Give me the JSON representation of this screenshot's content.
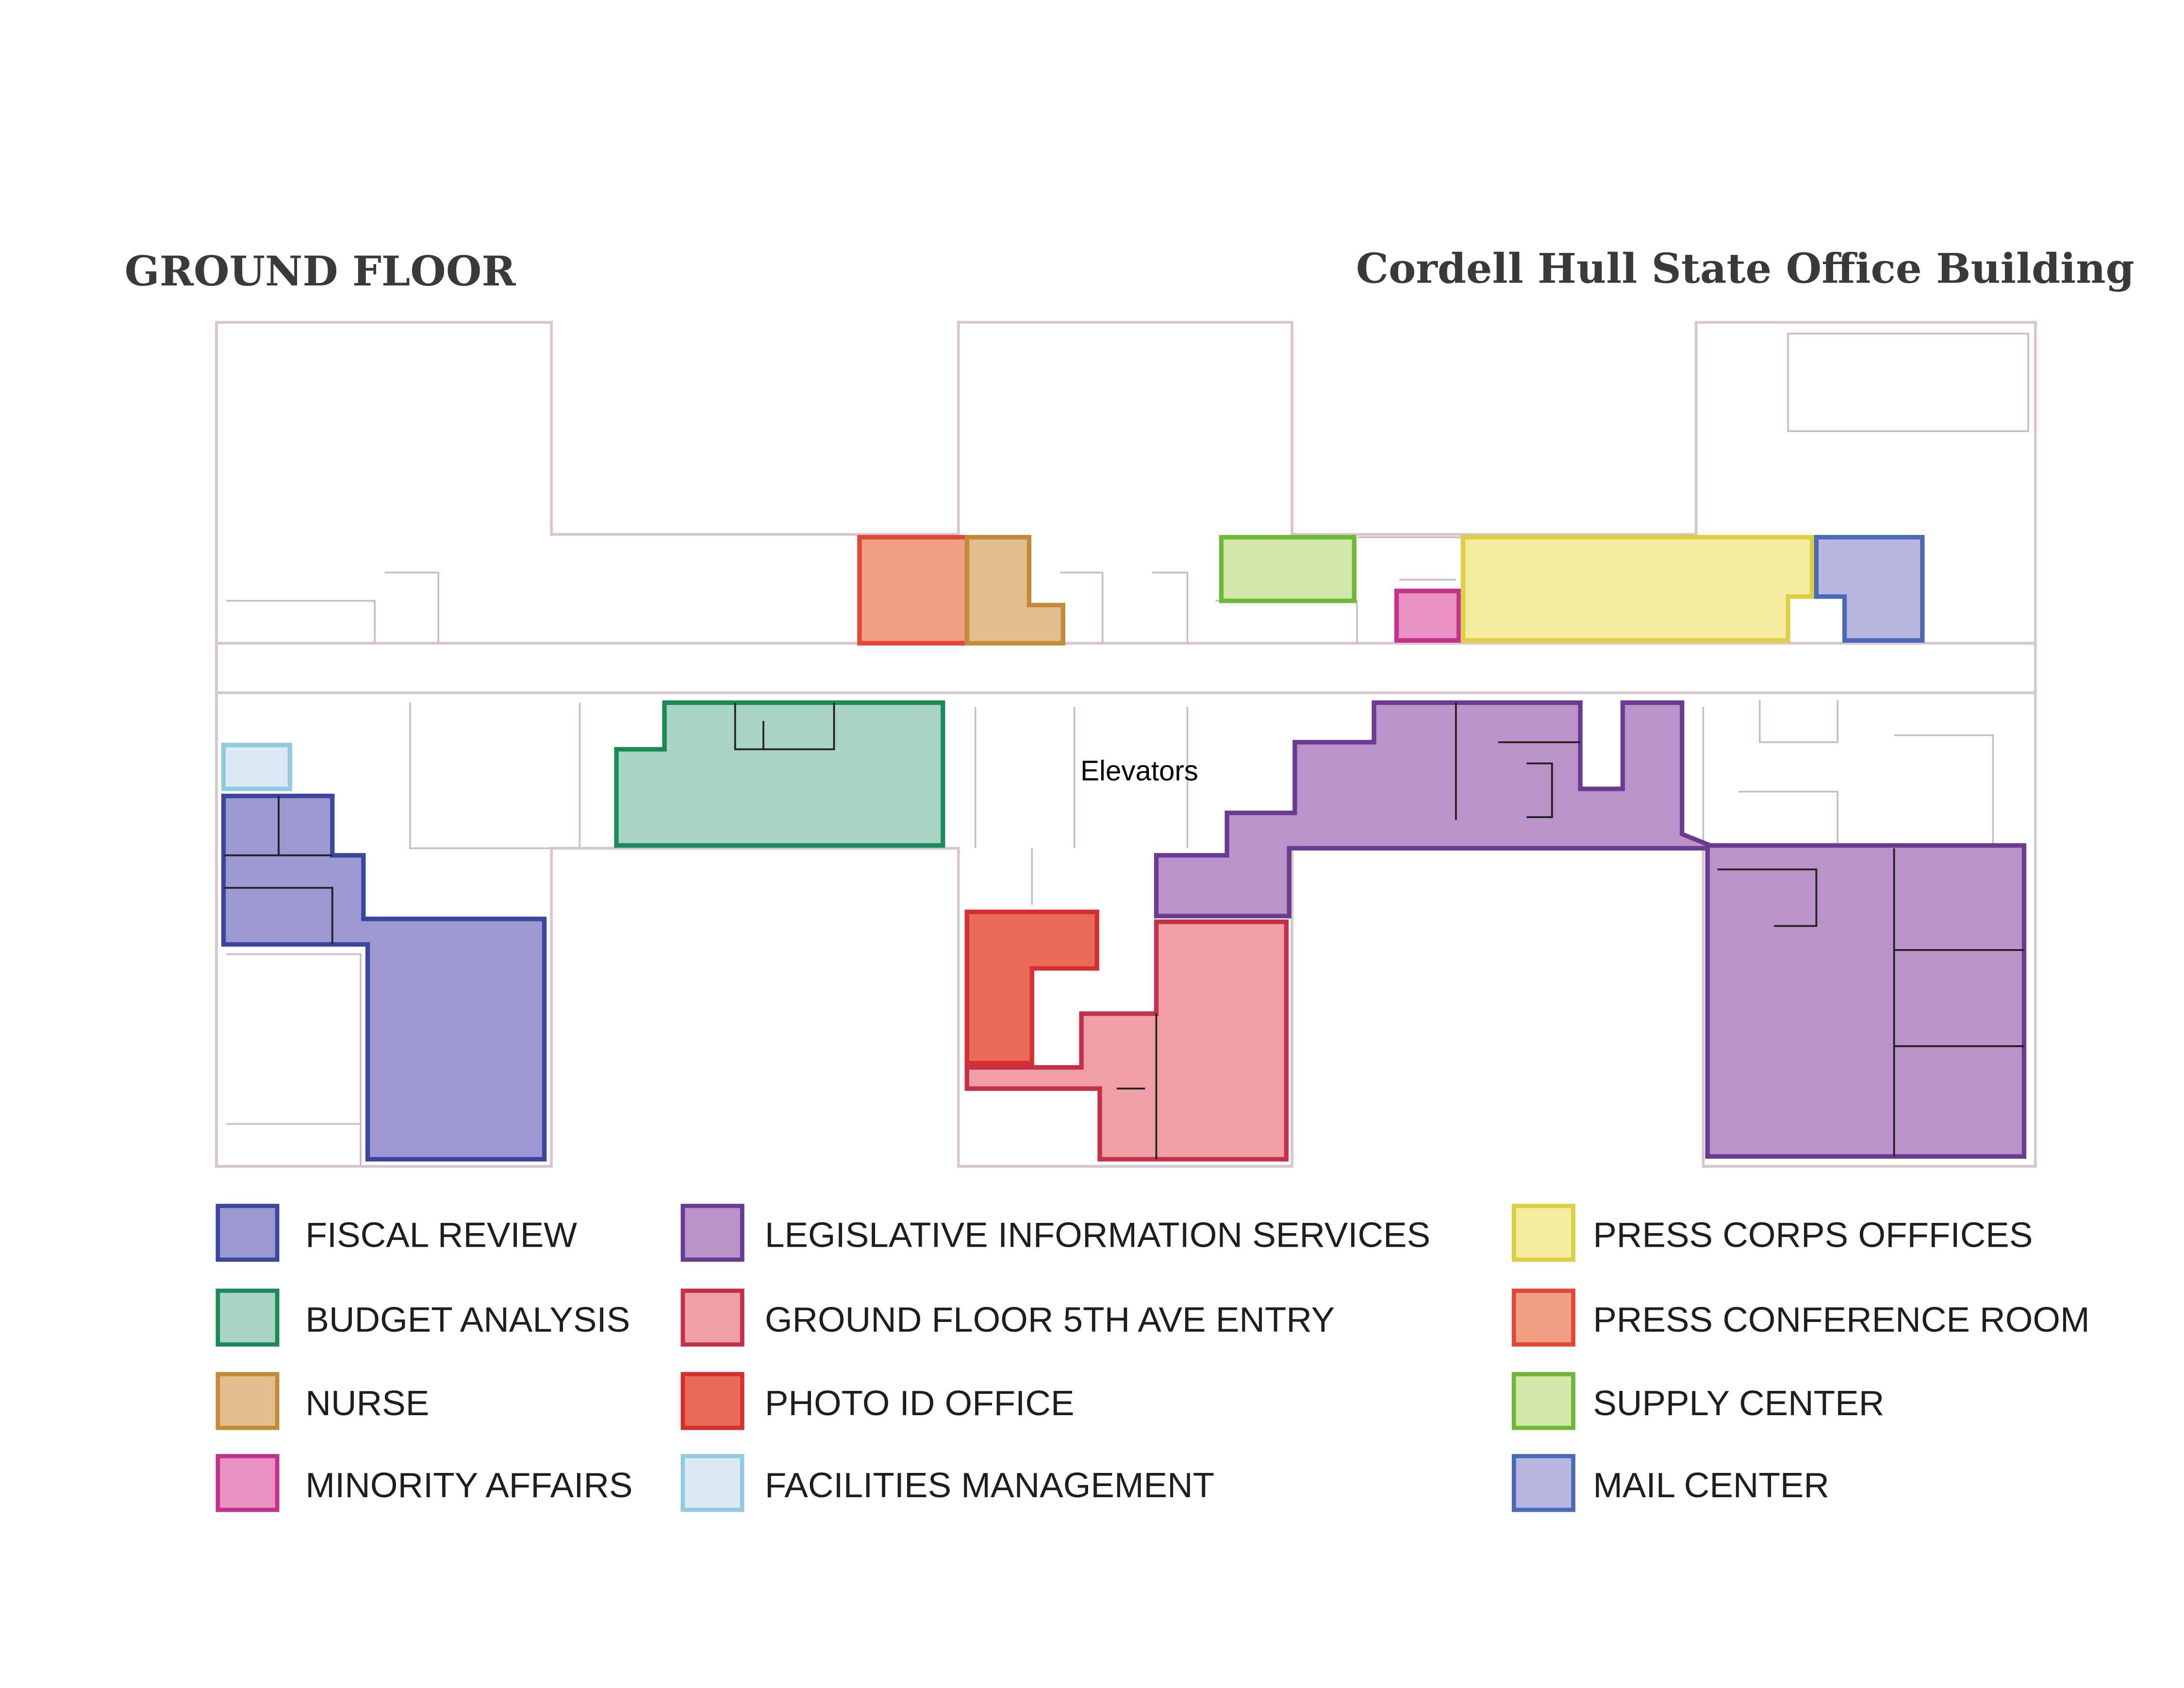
{
  "header": {
    "floor_title": "GROUND FLOOR",
    "building_title": "Cordell Hull State Office Building"
  },
  "plan": {
    "elevators_label": "Elevators"
  },
  "legend": [
    {
      "key": "fiscal",
      "label": "FISCAL REVIEW",
      "fill": "#9b98d2",
      "stroke": "#3b479f"
    },
    {
      "key": "budget",
      "label": "BUDGET ANALYSIS",
      "fill": "#a9d3c2",
      "stroke": "#1b8a58"
    },
    {
      "key": "nurse",
      "label": "NURSE",
      "fill": "#e2bd8c",
      "stroke": "#c38a3a"
    },
    {
      "key": "minority",
      "label": "MINORITY AFFAIRS",
      "fill": "#ea93c3",
      "stroke": "#c2328c"
    },
    {
      "key": "legislative",
      "label": "LEGISLATIVE INFORMATION SERVICES",
      "fill": "#ba93cb",
      "stroke": "#6b3b92"
    },
    {
      "key": "entry",
      "label": "GROUND FLOOR 5TH AVE ENTRY",
      "fill": "#f09ea8",
      "stroke": "#c4304a"
    },
    {
      "key": "photo",
      "label": "PHOTO ID OFFICE",
      "fill": "#ea6a5c",
      "stroke": "#d6302e"
    },
    {
      "key": "facilities",
      "label": "FACILITIES MANAGEMENT",
      "fill": "#dde9f5",
      "stroke": "#92cbe0"
    },
    {
      "key": "presscorps",
      "label": "PRESS CORPS OFFFICES",
      "fill": "#f5eca2",
      "stroke": "#dccf44"
    },
    {
      "key": "pressconf",
      "label": "PRESS CONFERENCE ROOM",
      "fill": "#f1a183",
      "stroke": "#e0463a"
    },
    {
      "key": "supply",
      "label": "SUPPLY CENTER",
      "fill": "#d6e7aa",
      "stroke": "#6db83b"
    },
    {
      "key": "mail",
      "label": "MAIL CENTER",
      "fill": "#b9b6e2",
      "stroke": "#4a6ab8"
    }
  ]
}
